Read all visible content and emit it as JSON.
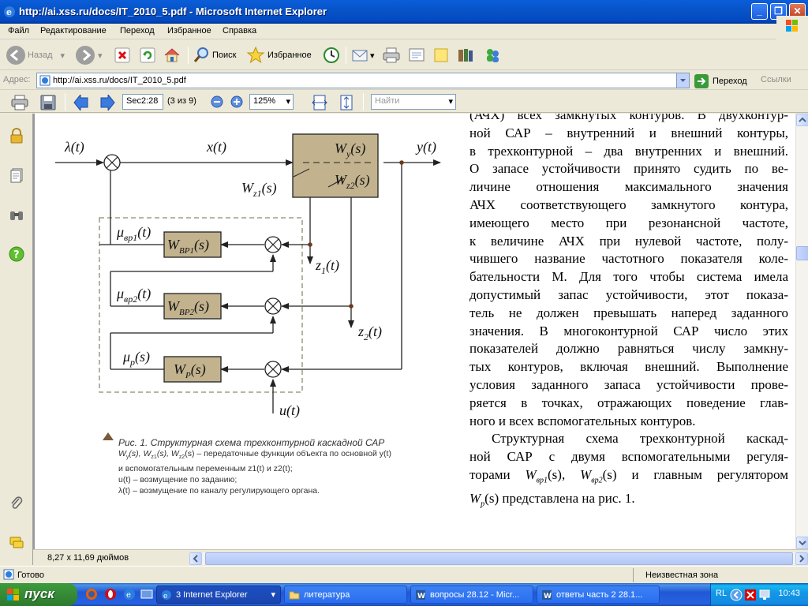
{
  "window": {
    "title": "http://ai.xss.ru/docs/IT_2010_5.pdf - Microsoft Internet Explorer"
  },
  "menu": [
    "Файл",
    "Редактирование",
    "Переход",
    "Избранное",
    "Справка"
  ],
  "toolbar": {
    "back": "Назад",
    "search": "Поиск",
    "favorites": "Избранное"
  },
  "address": {
    "label": "Адрес:",
    "url": "http://ai.xss.ru/docs/IT_2010_5.pdf",
    "go": "Переход",
    "links": "Ссылки"
  },
  "pdfbar": {
    "page_field": "Sec2:28",
    "page_info": "(3 из 9)",
    "zoom": "125%",
    "find_placeholder": "Найти"
  },
  "document": {
    "body_lines": [
      "(АЧХ) всех замкнутых контуров. В двухконтур-",
      "ной САР – внутренний и внешний контуры,",
      "в трехконтурной – два внутренних и внешний.",
      "О запасе устойчивости принято судить по ве-",
      "личине отношения максимального значения",
      "АЧХ соответствующего замкнутого контура,",
      "имеющего место при резонансной частоте,",
      "к величине АЧХ при нулевой частоте, полу-",
      "чившего название частотного показателя коле-",
      "бательности М. Для того чтобы система имела",
      "допустимый запас устойчивости, этот показа-",
      "тель не должен превышать наперед заданного",
      "значения. В многоконтурной САР число этих",
      "показателей должно равняться числу замкну-",
      "тых контуров, включая внешний. Выполнение",
      "условия заданного запаса устойчивости прове-",
      "ряется в точках, отражающих поведение глав-",
      "ного и всех вспомогательных контуров."
    ],
    "para2_lines": [
      "Структурная схема трехконтурной каскад-",
      "ной САР с двумя вспомогательными регуля-",
      "торами W",
      "W",
      "представлена на рис. 1."
    ],
    "para2": {
      "l1": "Структурная схема трехконтурной каскад-",
      "l2": "ной САР с двумя вспомогательными регуля-",
      "l3a": "торами ",
      "l3_w1": "W",
      "l3_w1_sub": "вр1",
      "l3_s1": "(s), ",
      "l3_w2": "W",
      "l3_w2_sub": "вр2",
      "l3_s2": "(s)",
      "l3b": "  и главным регулятором",
      "l4_w": "W",
      "l4_sub": "р",
      "l4_s": "(s)",
      "l4b": " представлена на рис. 1."
    },
    "caption": {
      "title": "Рис. 1. Структурная схема трехконтурной каскадной САР",
      "l1": "W (s), W (s), W (s) – передаточные функции объекта по основной y(t)",
      "l1_parts": [
        "W",
        "y",
        "(s), W",
        "z1",
        "(s), W",
        "z2",
        "(s) – передаточные функции объекта по основной y(t)"
      ],
      "l2": "и вспомогательным переменным z1(t) и z2(t);",
      "l3": "u(t) – возмущение по заданию;",
      "l4": "λ(t)  – возмущение по каналу регулирующего органа."
    },
    "diagram": {
      "lambda": "λ(t)",
      "x": "x(t)",
      "y": "y(t)",
      "wy": "W",
      "wy_sub": "y",
      "wy_s": "(s)",
      "wz1": "W",
      "wz1_sub": "z1",
      "wz1_s": "(s)",
      "wz2": "W",
      "wz2_sub": "z2",
      "wz2_s": "(s)",
      "mu1": "μ",
      "mu1_sub": "вр1",
      "mu1_t": "(t)",
      "mu2": "μ",
      "mu2_sub": "вр2",
      "mu2_t": "(t)",
      "mup": "μ",
      "mup_sub": "р",
      "mup_s": "(s)",
      "wbp1": "W",
      "wbp1_sub": "BP1",
      "wbp1_s": "(s)",
      "wbp2": "W",
      "wbp2_sub": "BP2",
      "wbp2_s": "(s)",
      "wp": "W",
      "wp_sub": "P",
      "wp_s": "(s)",
      "z1": "z",
      "z1_sub": "1",
      "z1_t": "(t)",
      "z2": "z",
      "z2_sub": "2",
      "z2_t": "(t)",
      "u": "u(t)"
    }
  },
  "pagesize": "8,27 x 11,69 дюймов",
  "status": {
    "left": "Готово",
    "zone": "Неизвестная зона"
  },
  "taskbar": {
    "start": "пуск",
    "tasks": [
      "3 Internet Explorer",
      "литература",
      "вопросы 28.12 - Micr...",
      "ответы часть 2 28.1..."
    ],
    "lang": "RL",
    "clock": "10:43"
  }
}
